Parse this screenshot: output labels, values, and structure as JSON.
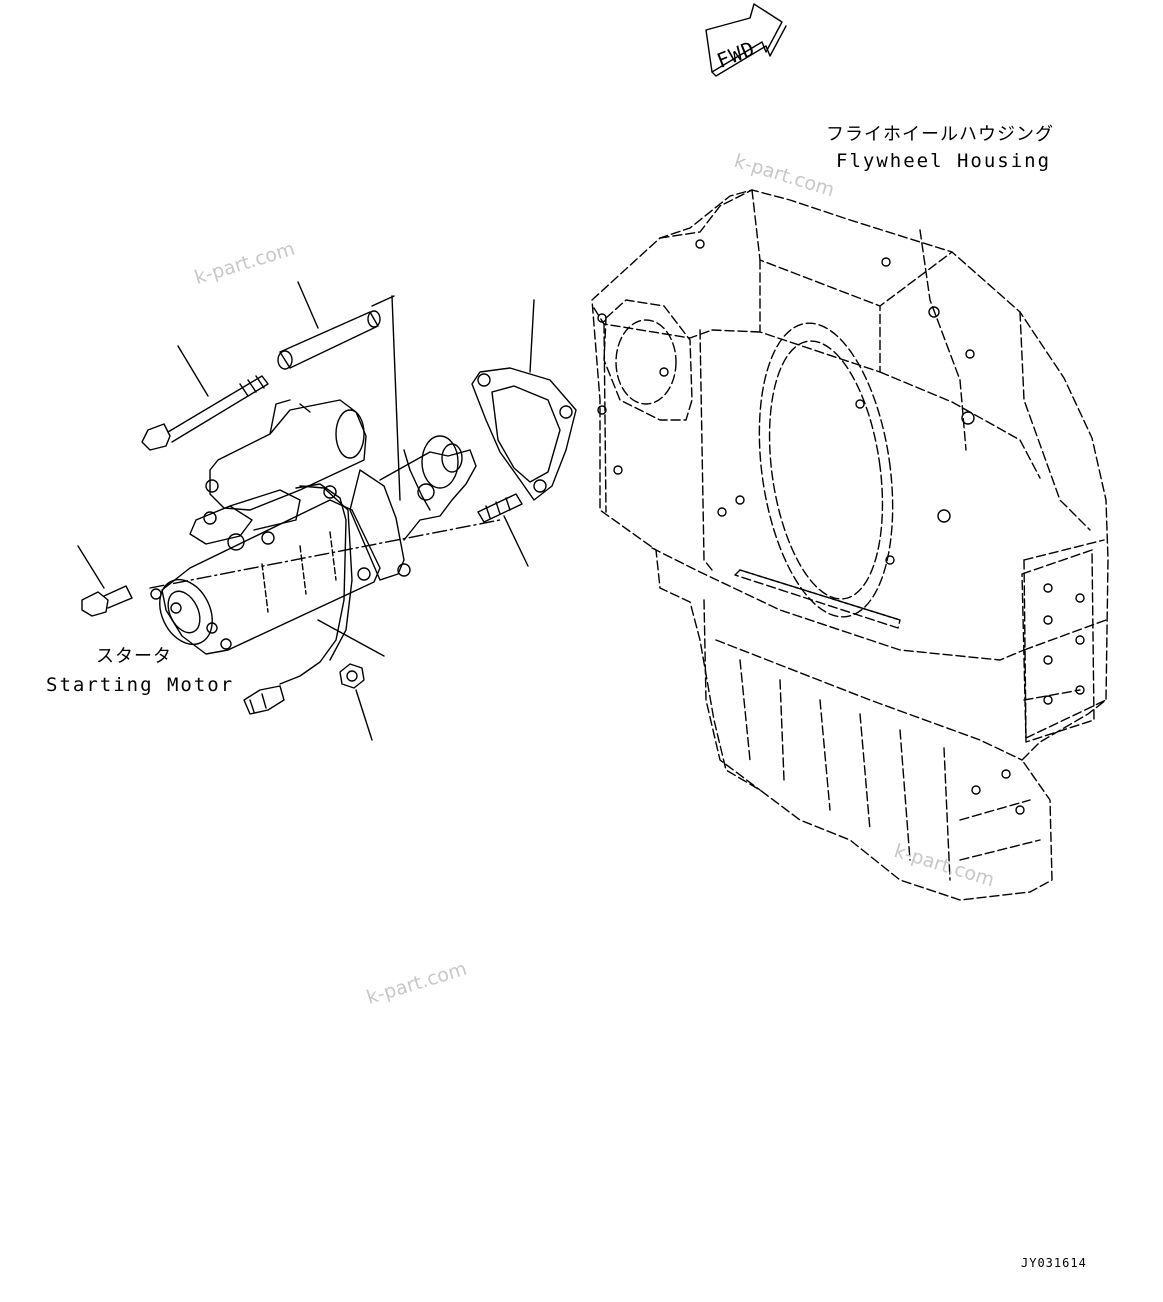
{
  "direction_arrow": {
    "label": "FWD"
  },
  "flywheel_housing": {
    "label_jp": "フライホイールハウジング",
    "label_en": "Flywheel Housing"
  },
  "starting_motor": {
    "label_jp": "スタータ",
    "label_en": "Starting Motor"
  },
  "drawing_number": "JY031614",
  "watermark": "k-part.com",
  "icons": [
    "fwd-arrow-icon"
  ]
}
